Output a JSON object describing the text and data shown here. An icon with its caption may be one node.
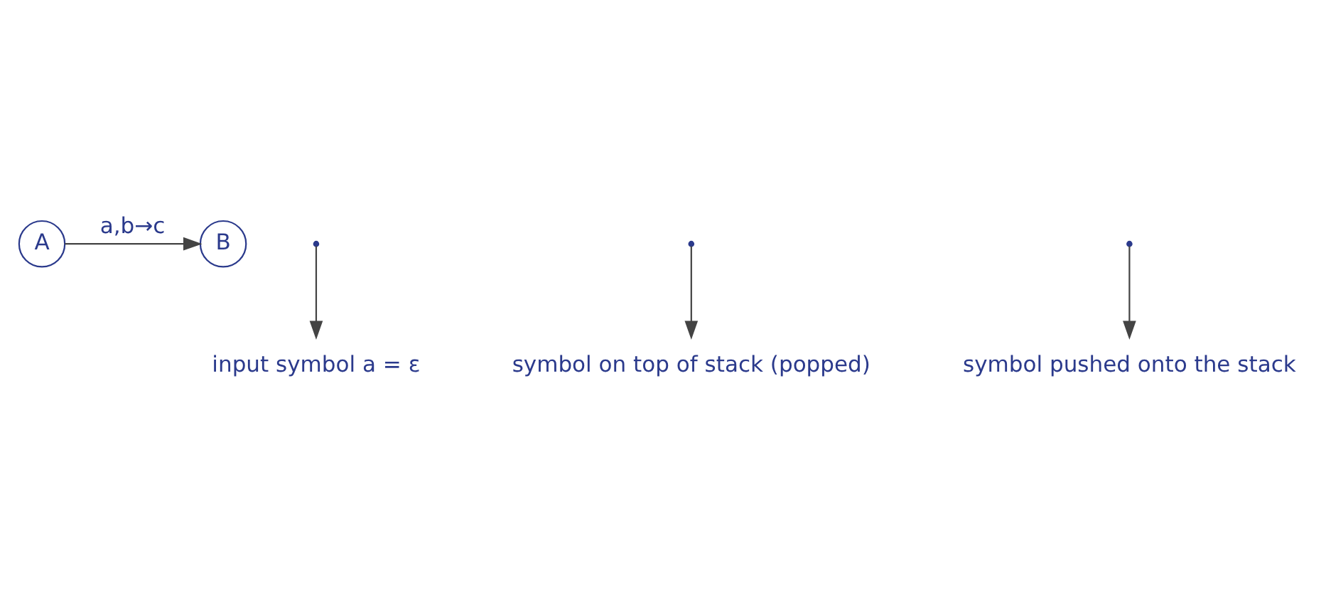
{
  "diagram": {
    "nodes": [
      {
        "text": [
          "A"
        ]
      },
      {
        "text": [
          "B"
        ]
      },
      {
        "text": [
          "input symbol a = ε"
        ]
      },
      {
        "text": [
          "symbol on top of stack (popped)"
        ]
      },
      {
        "text": [
          "symbol pushed onto the stack"
        ]
      }
    ],
    "edges": [
      {
        "from": 0,
        "to": 1,
        "arrow": "to",
        "label": "a,b→c"
      },
      {
        "from": null,
        "to": 2,
        "arrow": "to"
      },
      {
        "from": null,
        "to": 3,
        "arrow": "to"
      },
      {
        "from": null,
        "to": 4,
        "arrow": "to"
      }
    ]
  }
}
